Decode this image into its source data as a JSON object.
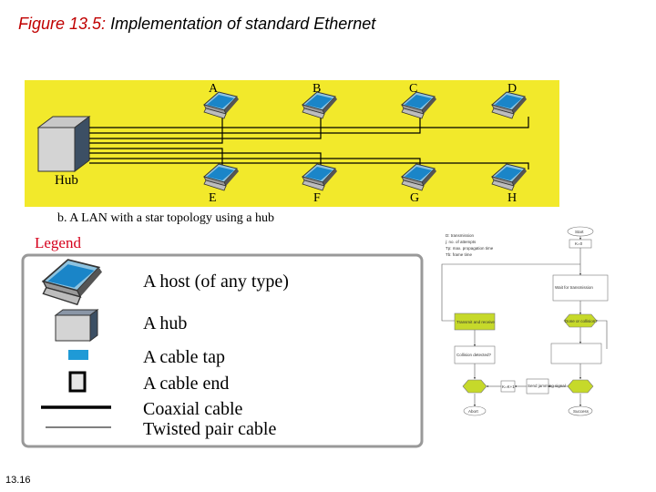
{
  "slide": {
    "figure_number": "Figure 13.5:",
    "figure_title": "Implementation of standard Ethernet",
    "page_number": "13.16"
  },
  "topology": {
    "hub_label": "Hub",
    "top_hosts": [
      "A",
      "B",
      "C",
      "D"
    ],
    "bottom_hosts": [
      "E",
      "F",
      "G",
      "H"
    ],
    "caption": "b. A LAN with a star topology using a hub",
    "background_color": "#f2e92b"
  },
  "legend": {
    "title": "Legend",
    "items": [
      "A host (of any type)",
      "A hub",
      "A cable tap",
      "A cable end",
      "Coaxial cable",
      "Twisted pair cable"
    ],
    "title_color": "#d6001c",
    "tap_color": "#1f9ad6"
  },
  "flowchart": {
    "note_lines": [
      "D: transmission",
      "j: no. of attempts",
      "Tp: max. propagation time",
      "Tb: frame time"
    ],
    "start": "Start",
    "k0": "K=0",
    "wait": "Wait for transmission",
    "transmit": "Transmit and receive",
    "done": "Done or collision?",
    "collision": "Collision detected?",
    "jam": "Send jamming signal",
    "k_inc": "K=K+1",
    "abort": "Abort",
    "success": "Success"
  }
}
